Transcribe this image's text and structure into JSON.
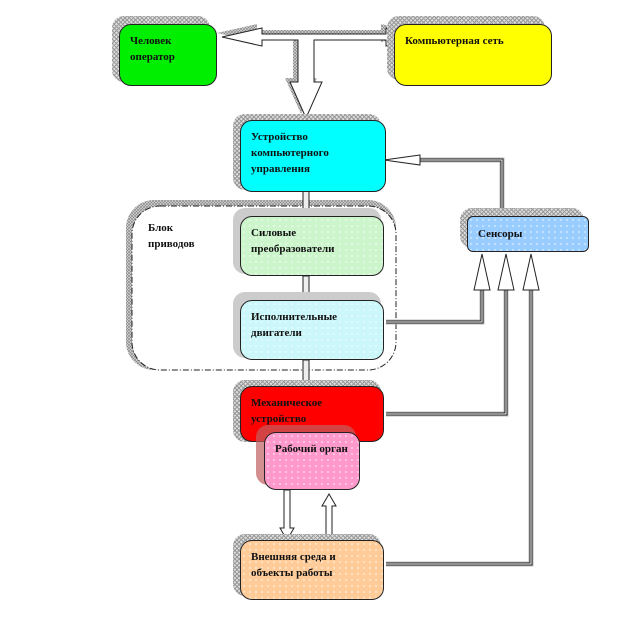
{
  "diagram": {
    "nodes": {
      "operator": {
        "label": "Человек оператор",
        "color": "#00ee00"
      },
      "network": {
        "label": "Компьютерная сеть",
        "color": "#ffff00"
      },
      "control": {
        "label": "Устройство компьютерного управления",
        "color": "#00ffff"
      },
      "drive_block": {
        "label": "Блок приводов"
      },
      "converters": {
        "label": "Силовые преобразователи",
        "color": "#ccf5cc"
      },
      "motors": {
        "label": "Исполнительные двигатели",
        "color": "#ccf7fa"
      },
      "sensors": {
        "label": "Сенсоры",
        "color": "#99ccff"
      },
      "mechanical": {
        "label": "Механическое устройство",
        "color": "#ff0000"
      },
      "work_organ": {
        "label": "Рабочий орган",
        "color": "#ff99cc"
      },
      "environment": {
        "label": "Внешняя среда и объекты работы",
        "color": "#ffcc99"
      }
    },
    "edges": [
      {
        "from": "operator",
        "to": "network",
        "type": "bidirectional"
      },
      {
        "from": "operator-network-link",
        "to": "control"
      },
      {
        "from": "control",
        "to": "converters"
      },
      {
        "from": "converters",
        "to": "motors"
      },
      {
        "from": "motors",
        "to": "mechanical"
      },
      {
        "from": "work_organ",
        "to": "environment"
      },
      {
        "from": "environment",
        "to": "work_organ"
      },
      {
        "from": "motors",
        "to": "sensors"
      },
      {
        "from": "mechanical",
        "to": "sensors"
      },
      {
        "from": "environment",
        "to": "sensors"
      },
      {
        "from": "sensors",
        "to": "control"
      }
    ]
  }
}
